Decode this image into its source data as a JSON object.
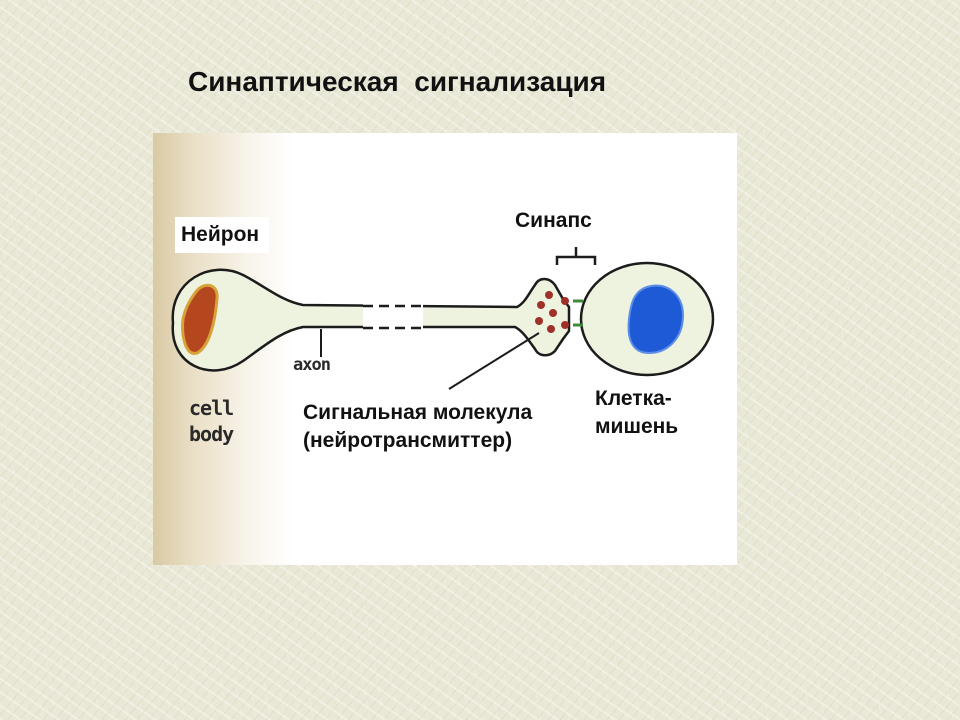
{
  "slide": {
    "title": "Синаптическая  сигнализация"
  },
  "diagram": {
    "labels": {
      "neuron": "Нейрон",
      "synapse": "Синапс",
      "axon": "axon",
      "cell_body_line1": "cell",
      "cell_body_line2": "body",
      "molecule_line1": "Сигнальная молекула",
      "molecule_line2": "(нейротрансмиттер)",
      "target_line1": "Клетка-",
      "target_line2": "мишень"
    },
    "colors": {
      "cell_fill": "#eef3df",
      "outline": "#1c1c1c",
      "nucleus_neuron": "#b5471e",
      "nucleus_target": "#1f5ad6",
      "vesicle": "#a0302a",
      "receptor": "#3f8a3a"
    }
  }
}
